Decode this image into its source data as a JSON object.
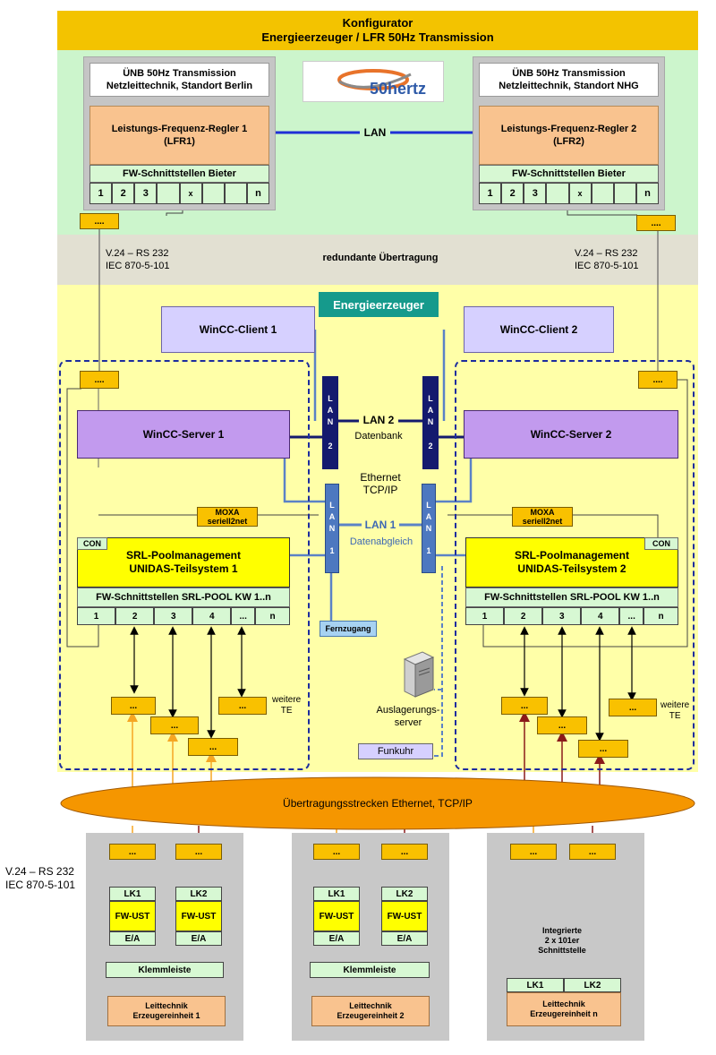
{
  "title": {
    "line1": "Konfigurator",
    "line2": "Energieerzeuger / LFR 50Hz Transmission"
  },
  "logo_text": "50hertz",
  "unb_left": {
    "line1": "ÜNB 50Hz Transmission",
    "line2": "Netzleittechnik, Standort Berlin"
  },
  "unb_right": {
    "line1": "ÜNB 50Hz Transmission",
    "line2": "Netzleittechnik, Standort NHG"
  },
  "lfr1": {
    "line1": "Leistungs-Frequenz-Regler 1",
    "line2": "(LFR1)"
  },
  "lfr2": {
    "line1": "Leistungs-Frequenz-Regler 2",
    "line2": "(LFR2)"
  },
  "lan_top": "LAN",
  "fw_bieter": "FW-Schnittstellen Bieter",
  "bieter_cells": [
    "1",
    "2",
    "3",
    "",
    "x",
    "",
    "",
    "n"
  ],
  "dots": "....",
  "dots_short": "...",
  "v24_line1": "V.24 – RS 232",
  "v24_line2": "IEC 870-5-101",
  "redundant": "redundante Übertragung",
  "energieerzeuger": "Energieerzeuger",
  "wincc_client1": "WinCC-Client 1",
  "wincc_client2": "WinCC-Client 2",
  "wincc_server1": "WinCC-Server 1",
  "wincc_server2": "WinCC-Server 2",
  "lan_word": "L A N",
  "lan2_num": "2",
  "lan1_num": "1",
  "lan2_label": "LAN 2",
  "lan2_sub": "Datenbank",
  "ethernet_line1": "Ethernet",
  "ethernet_line2": "TCP/IP",
  "lan1_label": "LAN 1",
  "lan1_sub": "Datenabgleich",
  "moxa_line1": "MOXA",
  "moxa_line2": "seriell2net",
  "con": "CON",
  "srl1": {
    "line1": "SRL-Poolmanagement",
    "line2": "UNIDAS-Teilsystem 1"
  },
  "srl2": {
    "line1": "SRL-Poolmanagement",
    "line2": "UNIDAS-Teilsystem 2"
  },
  "fw_srl": "FW-Schnittstellen SRL-POOL KW 1..n",
  "srl_cells": [
    "1",
    "2",
    "3",
    "4",
    "...",
    "n"
  ],
  "fernzugang": "Fernzugang",
  "weitere_line1": "weitere",
  "weitere_line2": "TE",
  "auslager_line1": "Auslagerungs-",
  "auslager_line2": "server",
  "funkuhr": "Funkuhr",
  "ellipse_label": "Übertragungsstrecken Ethernet, TCP/IP",
  "lk1": "LK1",
  "lk2": "LK2",
  "fwust": "FW-UST",
  "ea": "E/A",
  "klemmleiste": "Klemmleiste",
  "leittechnik": "Leittechnik",
  "erzeuger1": "Erzeugereinheit 1",
  "erzeuger2": "Erzeugereinheit 2",
  "erzeugern": "Erzeugereinheit n",
  "integrierte_line1": "Integrierte",
  "integrierte_line2": "2 x 101er",
  "integrierte_line3": "Schnittstelle",
  "colors": {
    "title_bar": "#f3c300",
    "green_zone": "#ccf5cc",
    "yellow_zone": "#ffffa8",
    "lan_blue": "#1f2fd6",
    "ellipse": "#f59600",
    "dashed": "#1c2c9e"
  }
}
